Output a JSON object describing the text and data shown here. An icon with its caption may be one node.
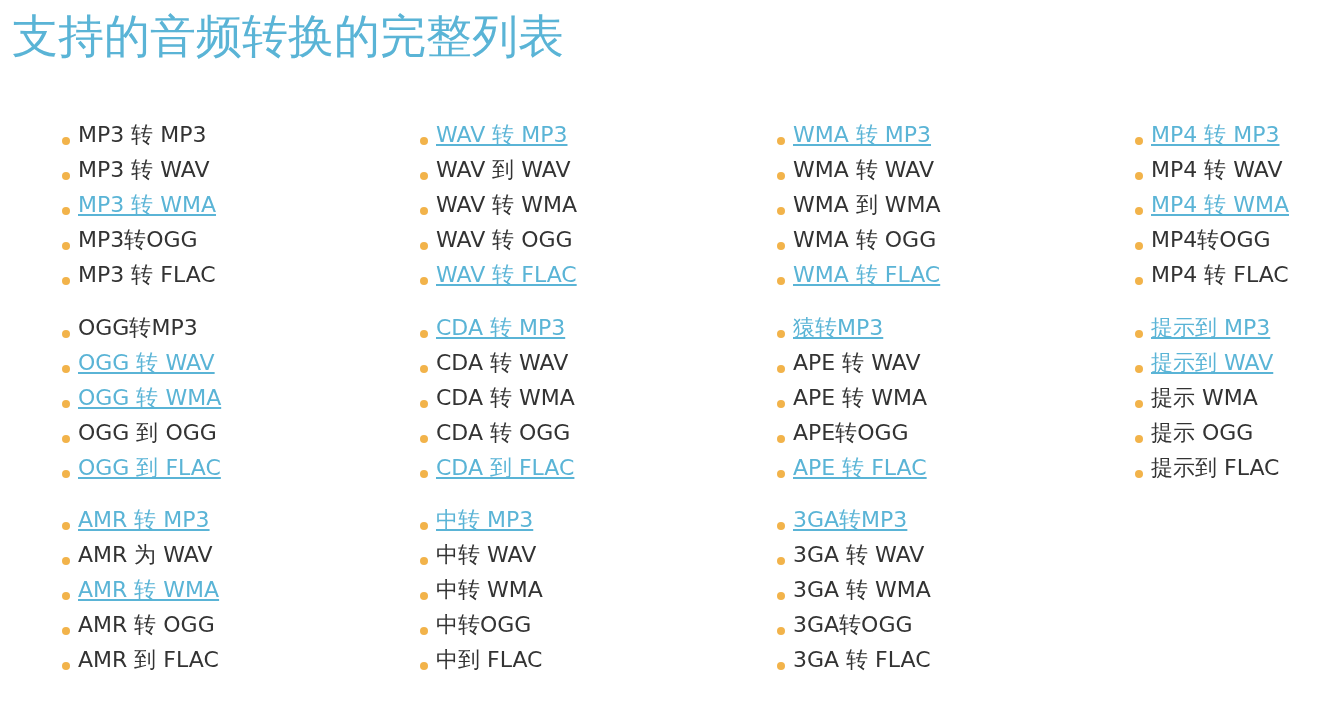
{
  "diagram": {
    "title": "支持的音频转换的完整列表",
    "labels": [
      "MP3 转 MP3",
      "MP3 转 WAV",
      "MP3 转 WMA",
      "MP3转OGG",
      "MP3 转 FLAC",
      "WAV 转 MP3",
      "WAV 到 WAV",
      "WAV 转 WMA",
      "WAV 转 OGG",
      "WAV 转 FLAC",
      "WMA 转 MP3",
      "WMA 转 WAV",
      "WMA 到 WMA",
      "WMA 转 OGG",
      "WMA 转 FLAC",
      "MP4 转 MP3",
      "MP4 转 WAV",
      "MP4 转 WMA",
      "MP4转OGG",
      "MP4 转 FLAC",
      "OGG转MP3",
      "OGG 转 WAV",
      "OGG 转 WMA",
      "OGG 到 OGG",
      "OGG 到 FLAC",
      "CDA 转 MP3",
      "CDA 转 WAV",
      "CDA 转 WMA",
      "CDA 转 OGG",
      "CDA 到 FLAC",
      "猿转MP3",
      "APE 转 WAV",
      "APE 转 WMA",
      "APE转OGG",
      "APE 转 FLAC",
      "提示到 MP3",
      "提示到 WAV",
      "提示 WMA",
      "提示 OGG",
      "提示到 FLAC",
      "AMR 转 MP3",
      "AMR 为 WAV",
      "AMR 转 WMA",
      "AMR 转 OGG",
      "AMR 到 FLAC",
      "中转 MP3",
      "中转 WAV",
      "中转 WMA",
      "中转OGG",
      "中到 FLAC",
      "3GA转MP3",
      "3GA 转 WAV",
      "3GA 转 WMA",
      "3GA转OGG",
      "3GA 转 FLAC"
    ]
  }
}
